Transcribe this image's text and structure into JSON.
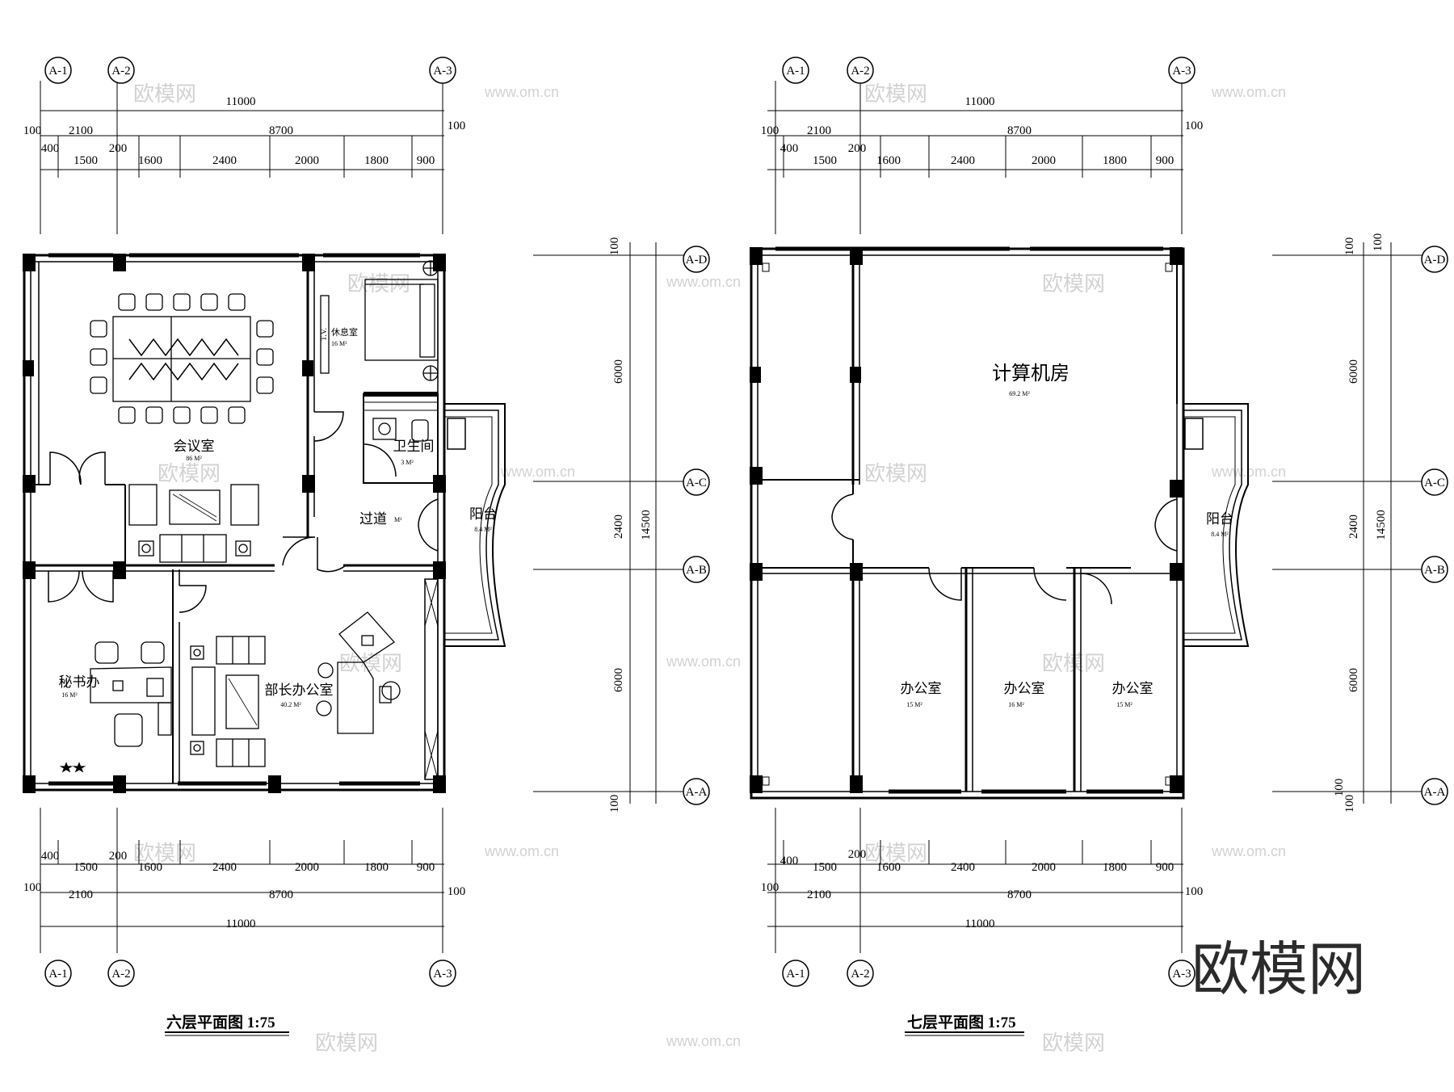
{
  "logo_text": "欧模网",
  "watermark": {
    "brand": "欧模网",
    "url": "www.om.cn"
  },
  "plans": [
    {
      "title": "六层平面图  1:75",
      "axes_x": [
        "A-1",
        "A-2",
        "A-3"
      ],
      "axes_y": [
        "A-D",
        "A-C",
        "A-B",
        "A-A"
      ],
      "top_dims": {
        "overall": "11000",
        "row2": [
          "100",
          "2100",
          "8700",
          "100"
        ],
        "row3": [
          "400",
          "1500",
          "200",
          "1600",
          "2400",
          "2000",
          "1800",
          "900"
        ]
      },
      "bottom_dims": {
        "overall": "11000",
        "row2": [
          "100",
          "2100",
          "8700",
          "100"
        ],
        "row3": [
          "400",
          "1500",
          "200",
          "1600",
          "2400",
          "2000",
          "1800",
          "900"
        ]
      },
      "side_dims": {
        "overall": "14500",
        "segments": [
          "100",
          "6000",
          "2400",
          "6000",
          "100"
        ]
      },
      "rooms": [
        {
          "name": "会议室",
          "area": "86 M²"
        },
        {
          "name": "休息室",
          "area": "16 M²"
        },
        {
          "name": "T.V.",
          "area": ""
        },
        {
          "name": "卫生间",
          "area": "3 M²"
        },
        {
          "name": "过道",
          "area": "M²"
        },
        {
          "name": "阳台",
          "area": "8.4 M²"
        },
        {
          "name": "秘书办",
          "area": "16 M²"
        },
        {
          "name": "部长办公室",
          "area": "40.2 M²"
        }
      ]
    },
    {
      "title": "七层平面图  1:75",
      "axes_x": [
        "A-1",
        "A-2",
        "A-3"
      ],
      "axes_y": [
        "A-D",
        "A-C",
        "A-B",
        "A-A"
      ],
      "top_dims": {
        "overall": "11000",
        "row2": [
          "100",
          "2100",
          "8700",
          "100"
        ],
        "row3": [
          "400",
          "1500",
          "200",
          "1600",
          "2400",
          "2000",
          "1800",
          "900"
        ]
      },
      "bottom_dims": {
        "overall": "11000",
        "row2": [
          "100",
          "2100",
          "8700",
          "100"
        ],
        "row3": [
          "400",
          "1500",
          "200",
          "1600",
          "2400",
          "2000",
          "1800",
          "900"
        ]
      },
      "side_dims": {
        "overall": "14500",
        "segments": [
          "100",
          "100",
          "6000",
          "2400",
          "6000",
          "100",
          "100"
        ]
      },
      "rooms": [
        {
          "name": "计算机房",
          "area": "69.2 M²"
        },
        {
          "name": "阳台",
          "area": "8.4 M²"
        },
        {
          "name": "办公室",
          "area": "15 M²"
        },
        {
          "name": "办公室",
          "area": "16 M²"
        },
        {
          "name": "办公室",
          "area": "15 M²"
        }
      ]
    }
  ]
}
